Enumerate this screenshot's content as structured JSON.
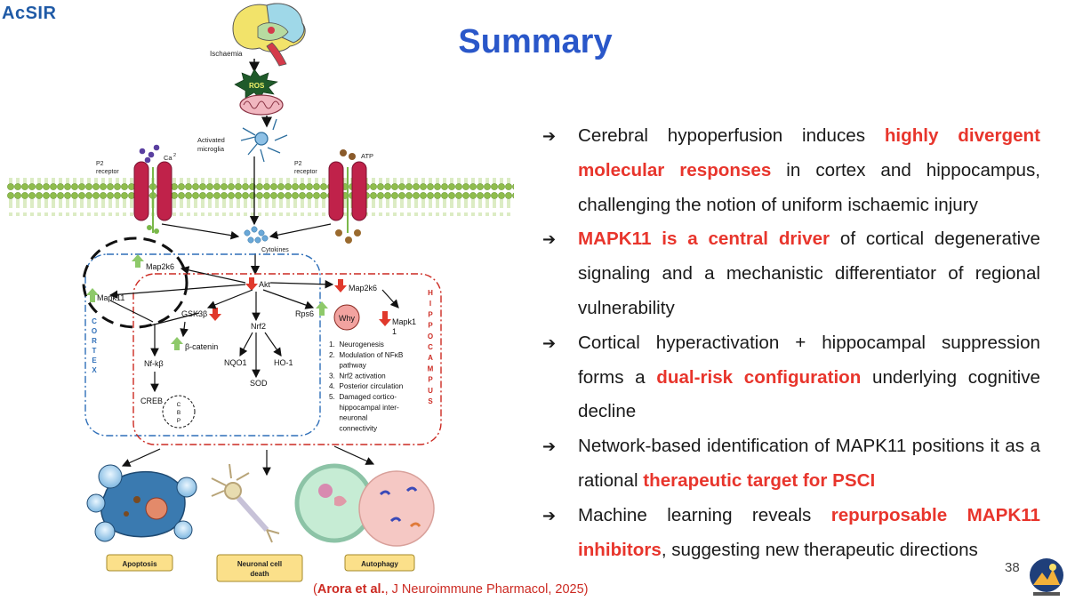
{
  "header": {
    "logo_text": "AcSIR",
    "title": "Summary"
  },
  "diagram": {
    "top_labels": {
      "ischaemia": "Ischaemia",
      "ros": "ROS",
      "microglia_line1": "Activated",
      "microglia_line2": "microglia"
    },
    "membrane": {
      "p2_left_line1": "P2",
      "p2_left_line2": "receptor",
      "ca": "Ca",
      "ca_sup": "2",
      "p2_right_line1": "P2",
      "p2_right_line2": "receptor",
      "atp": "ATP"
    },
    "cytokines": "Cytokines",
    "region_labels": {
      "cortex": [
        "C",
        "O",
        "R",
        "T",
        "E",
        "X"
      ],
      "hippocampus": [
        "H",
        "I",
        "P",
        "P",
        "O",
        "C",
        "A",
        "M",
        "P",
        "U",
        "S"
      ]
    },
    "nodes": {
      "map2k6_left": "Map2k6",
      "mapk11_left": "Mapk11",
      "akt": "Akt",
      "map2k6_right": "Map2k6",
      "gsk3b": "GSK3β",
      "beta_catenin": "β-catenin",
      "nrf2": "Nrf2",
      "rps6": "Rps6",
      "why": "Why",
      "mapk11_right_line1": "Mapk1",
      "mapk11_right_line2": "1",
      "nfkb": "Nf-kβ",
      "nqo1": "NQO1",
      "ho1": "HO-1",
      "sod": "SOD",
      "creb": "CREB",
      "cbp": [
        "C",
        "B",
        "P"
      ]
    },
    "why_list": [
      "1.  Neurogenesis",
      "2.  Modulation of NFκB",
      "     pathway",
      "3.  Nrf2 activation",
      "4.  Posterior circulation",
      "5.  Damaged cortico-",
      "     hippocampal inter-",
      "     neuronal",
      "     connectivity"
    ],
    "outcomes": {
      "apoptosis": "Apoptosis",
      "neuronal_line1": "Neuronal cell",
      "neuronal_line2": "death",
      "autophagy": "Autophagy"
    },
    "colors": {
      "up_arrow": "#8ec96a",
      "down_arrow": "#e0392c",
      "cortex_box": "#2f6fb8",
      "hippocampus_box": "#cc2a22",
      "receptor": "#c0224a",
      "membrane_head": "#8fbd4c"
    }
  },
  "bullets": [
    {
      "parts": [
        {
          "text": "Cerebral hypoperfusion induces ",
          "hl": false
        },
        {
          "text": "highly divergent molecular responses",
          "hl": true
        },
        {
          "text": " in cortex and hippocampus, challenging the notion of uniform ischaemic injury",
          "hl": false
        }
      ]
    },
    {
      "parts": [
        {
          "text": "MAPK11 is a central driver",
          "hl": true
        },
        {
          "text": " of cortical degenerative signaling and a mechanistic differentiator of regional vulnerability",
          "hl": false
        }
      ]
    },
    {
      "parts": [
        {
          "text": "Cortical hyperactivation + hippocampal suppression forms a ",
          "hl": false
        },
        {
          "text": "dual-risk configuration",
          "hl": true
        },
        {
          "text": " underlying cognitive decline",
          "hl": false
        }
      ]
    },
    {
      "parts": [
        {
          "text": "Network-based identification of MAPK11 positions it as a rational ",
          "hl": false
        },
        {
          "text": "therapeutic target for PSCI",
          "hl": true
        }
      ]
    },
    {
      "parts": [
        {
          "text": "Machine learning reveals ",
          "hl": false
        },
        {
          "text": "repurposable MAPK11 inhibitors",
          "hl": true
        },
        {
          "text": ", suggesting new therapeutic directions",
          "hl": false
        }
      ]
    }
  ],
  "footer": {
    "slide_number": "38",
    "citation_open": "(",
    "citation_author": "Arora et al.",
    "citation_rest": ", J Neuroimmune Pharmacol, 2025)"
  }
}
